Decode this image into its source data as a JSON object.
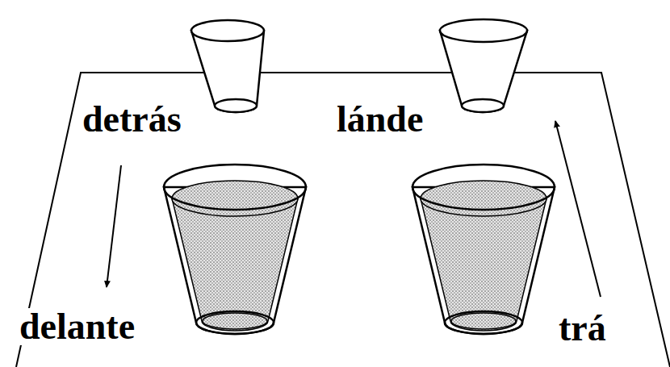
{
  "diagram": {
    "labels": [
      "detrás",
      "lánde",
      "delante",
      "trá"
    ]
  }
}
